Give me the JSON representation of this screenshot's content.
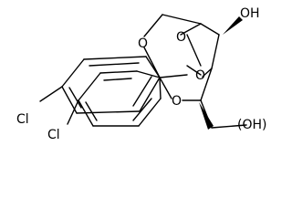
{
  "molecule": {
    "atoms": {
      "O_top": "O",
      "OH_top": "OH",
      "O_left": "O",
      "O_bridge": "O",
      "O_lower": "O",
      "OH_bottom": "(OH)",
      "Cl_upper": "Cl",
      "Cl_lower": "Cl"
    }
  },
  "colors": {
    "bond": "#000000",
    "text": "#000000",
    "background": "#ffffff"
  }
}
